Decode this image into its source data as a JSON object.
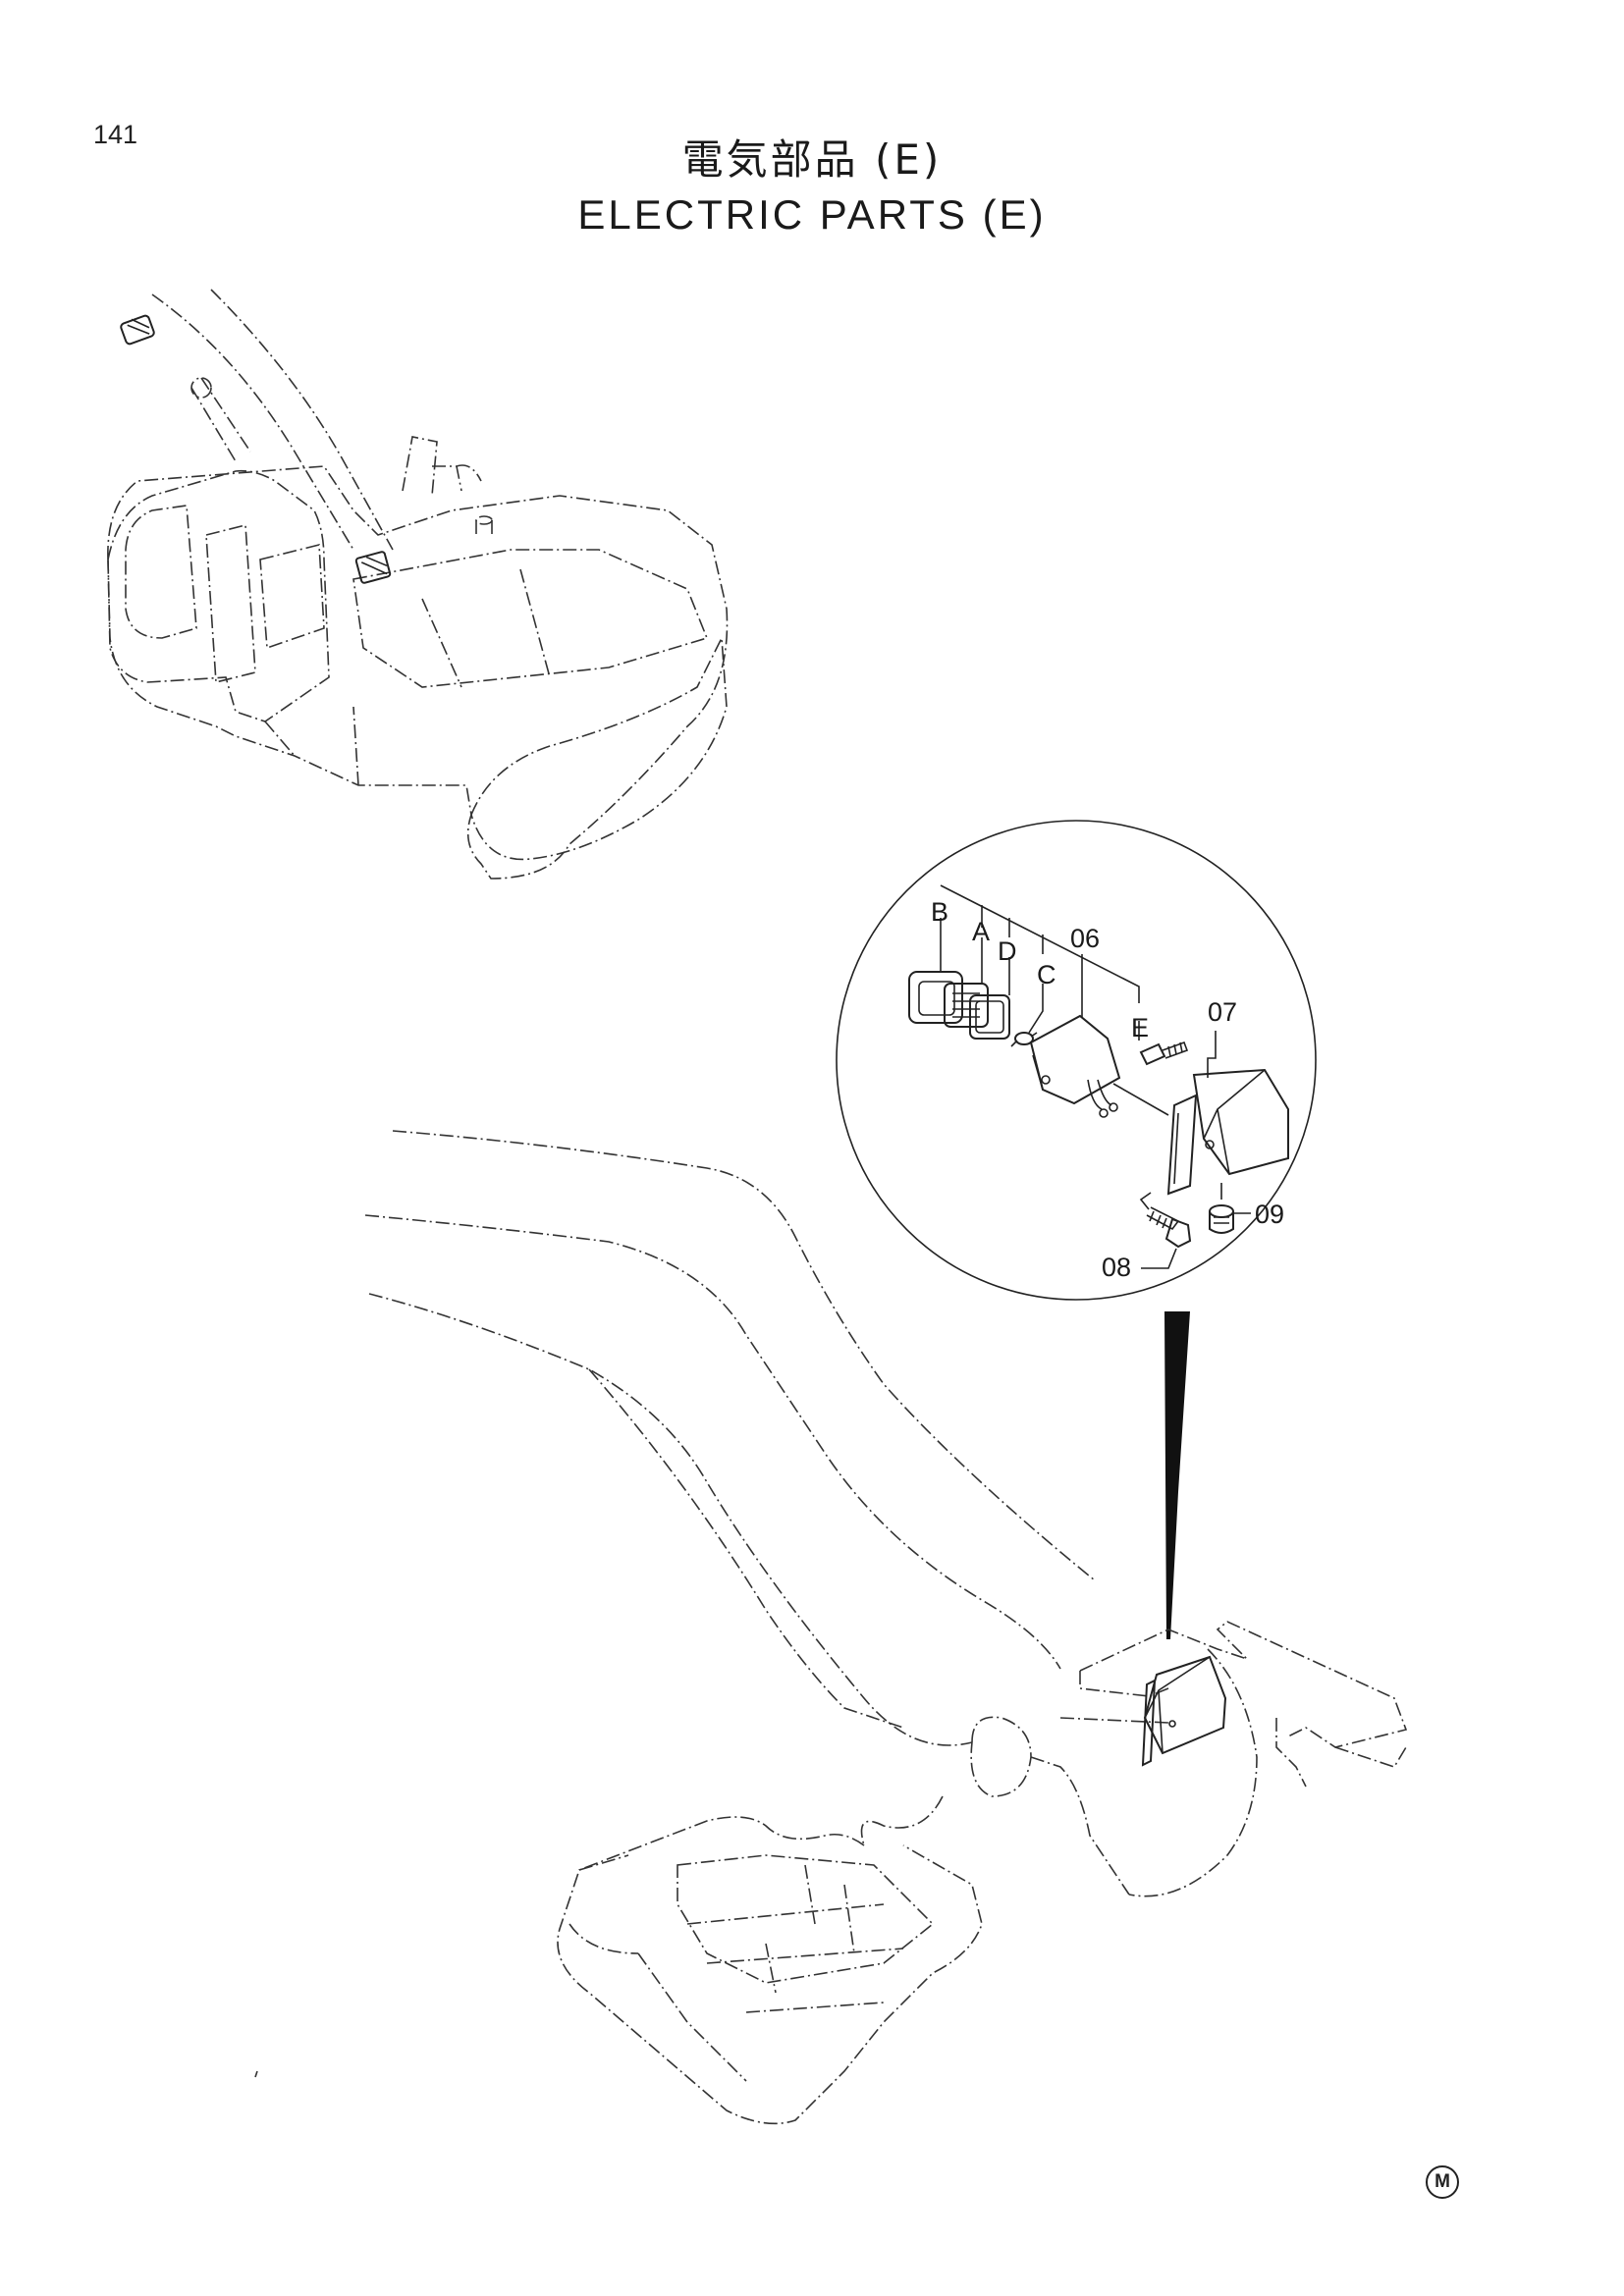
{
  "page_number": "141",
  "title": {
    "japanese": "電気部品 (E)",
    "english": "ELECTRIC PARTS (E)"
  },
  "callouts": {
    "b": "B",
    "a": "A",
    "d": "D",
    "c": "C",
    "p06": "06",
    "e": "E",
    "p07": "07",
    "p09": "09",
    "p08": "08"
  },
  "maker_mark": "M"
}
